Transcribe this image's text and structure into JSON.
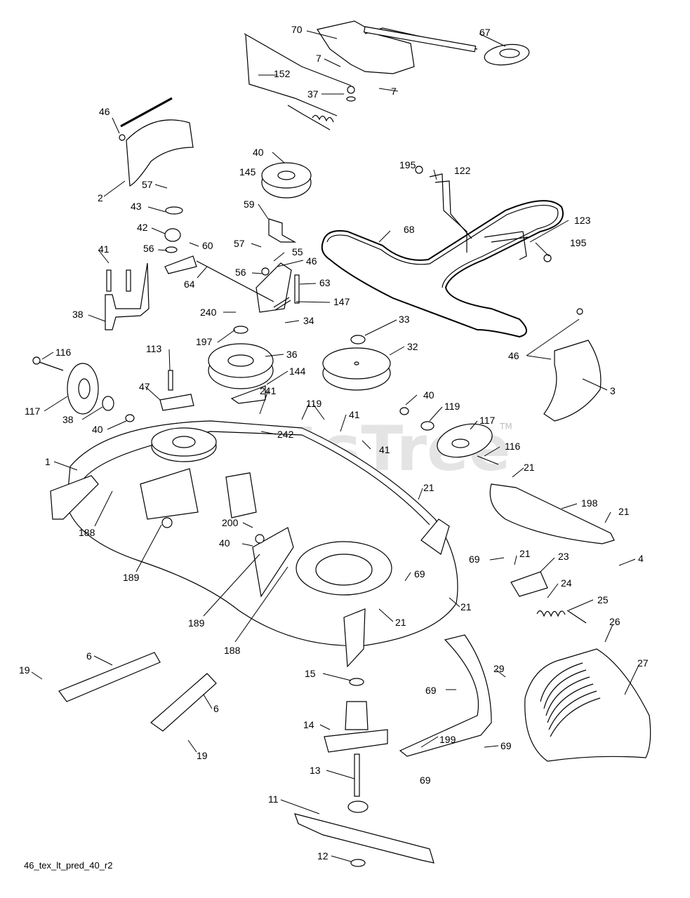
{
  "diagram_id": "46_tex_lt_pred_40_r2",
  "watermark": {
    "text": "PartsTree",
    "tm": "TM"
  },
  "callouts": [
    "70",
    "67",
    "7",
    "152",
    "37",
    "7",
    "46",
    "40",
    "145",
    "195",
    "122",
    "2",
    "57",
    "59",
    "123",
    "68",
    "43",
    "42",
    "60",
    "195",
    "57",
    "55",
    "56",
    "46",
    "41",
    "56",
    "63",
    "64",
    "38",
    "240",
    "147",
    "34",
    "33",
    "197",
    "32",
    "36",
    "116",
    "113",
    "144",
    "46",
    "3",
    "47",
    "241",
    "40",
    "117",
    "119",
    "41",
    "38",
    "119",
    "117",
    "40",
    "242",
    "41",
    "116",
    "1",
    "21",
    "198",
    "21",
    "21",
    "188",
    "200",
    "69",
    "4",
    "40",
    "21",
    "189",
    "23",
    "24",
    "69",
    "25",
    "21",
    "189",
    "21",
    "26",
    "188",
    "6",
    "27",
    "15",
    "29",
    "19",
    "69",
    "14",
    "6",
    "69",
    "19",
    "199",
    "69",
    "13",
    "11",
    "12"
  ]
}
